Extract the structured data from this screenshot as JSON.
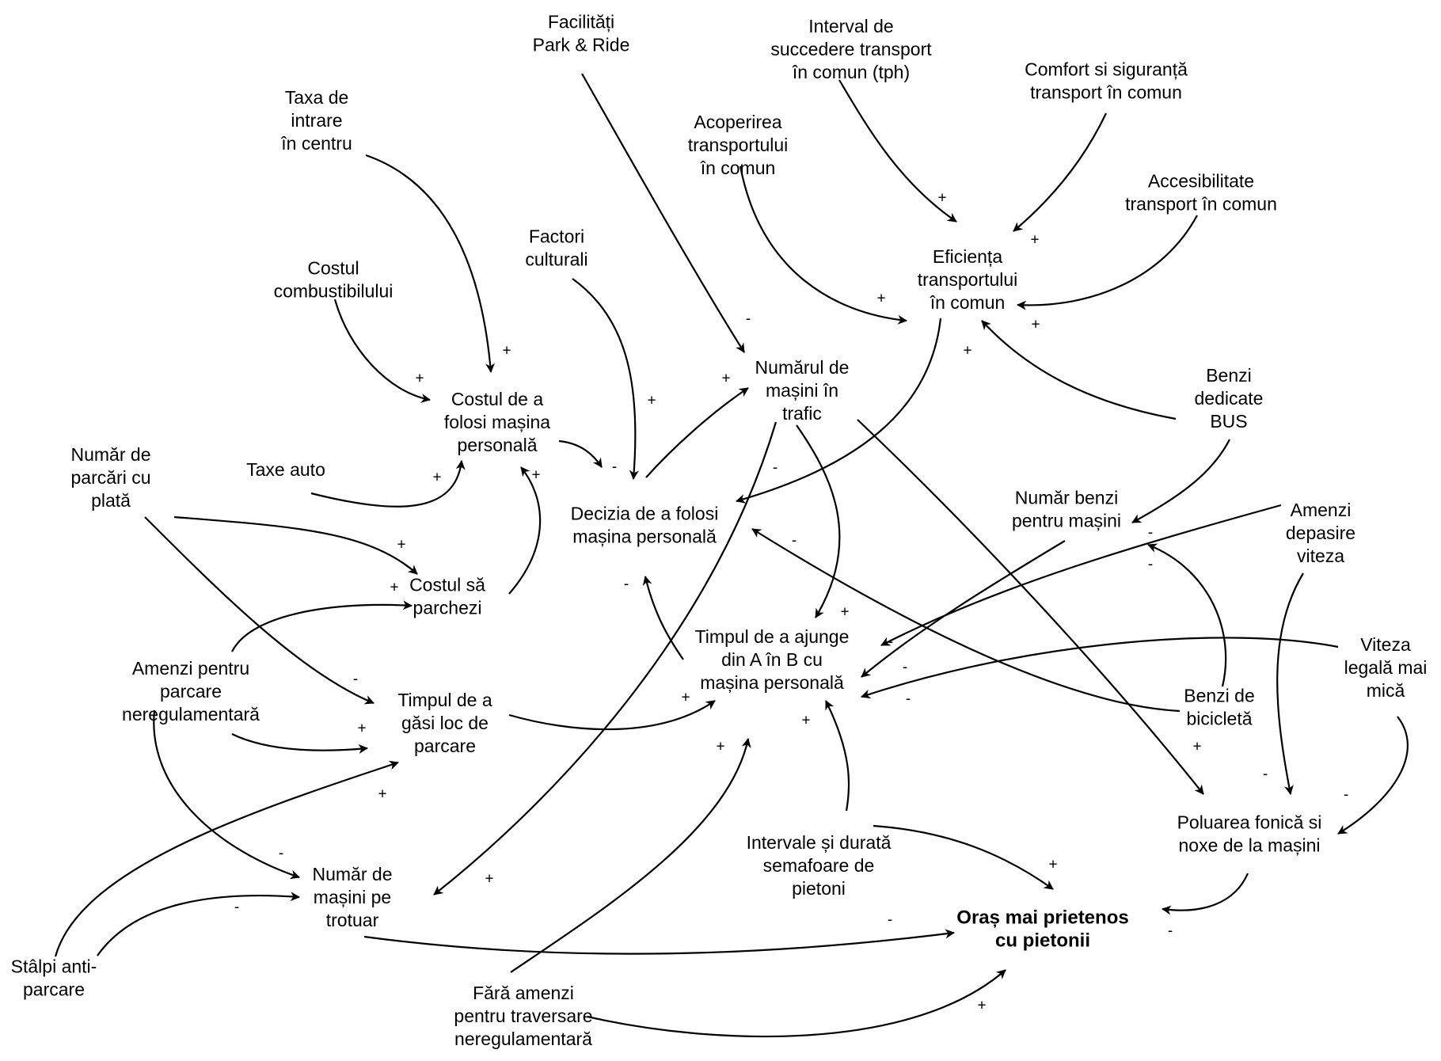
{
  "nodes": [
    {
      "id": "park_ride",
      "lines": [
        "Facilități",
        "Park & Ride"
      ]
    },
    {
      "id": "interval",
      "lines": [
        "Interval de",
        "succedere transport",
        "în comun (tph)"
      ]
    },
    {
      "id": "comfort",
      "lines": [
        "Comfort si siguranță",
        "transport în comun"
      ]
    },
    {
      "id": "taxa_intrare",
      "lines": [
        "Taxa de",
        "intrare",
        "în centru"
      ]
    },
    {
      "id": "acoperire",
      "lines": [
        "Acoperirea",
        "transportului",
        "în comun"
      ]
    },
    {
      "id": "accesibilitate",
      "lines": [
        "Accesibilitate",
        "transport în comun"
      ]
    },
    {
      "id": "factori",
      "lines": [
        "Factori",
        "culturali"
      ]
    },
    {
      "id": "eficienta",
      "lines": [
        "Eficiența",
        "transportului",
        "în comun"
      ]
    },
    {
      "id": "combustibil",
      "lines": [
        "Costul",
        "combustibilului"
      ]
    },
    {
      "id": "numar_masini",
      "lines": [
        "Numărul de",
        "mașini în",
        "trafic"
      ]
    },
    {
      "id": "benzi_bus",
      "lines": [
        "Benzi",
        "dedicate",
        "BUS"
      ]
    },
    {
      "id": "cost_masina",
      "lines": [
        "Costul de a",
        "folosi mașina",
        "personală"
      ]
    },
    {
      "id": "parcari_plata",
      "lines": [
        "Număr de",
        "parcări cu",
        "plată"
      ]
    },
    {
      "id": "taxe_auto",
      "lines": [
        "Taxe auto"
      ]
    },
    {
      "id": "decizia",
      "lines": [
        "Decizia de a folosi",
        "mașina personală"
      ]
    },
    {
      "id": "benzi_masini",
      "lines": [
        "Număr benzi",
        "pentru mașini"
      ]
    },
    {
      "id": "amenzi_viteza",
      "lines": [
        "Amenzi",
        "depasire",
        "viteza"
      ]
    },
    {
      "id": "cost_parcare",
      "lines": [
        "Costul să",
        "parchezi"
      ]
    },
    {
      "id": "timp_ab",
      "lines": [
        "Timpul de a ajunge",
        "din A în B cu",
        "mașina personală"
      ]
    },
    {
      "id": "viteza_legala",
      "lines": [
        "Viteza",
        "legală mai",
        "mică"
      ]
    },
    {
      "id": "amenzi_parcare",
      "lines": [
        "Amenzi pentru",
        "parcare",
        "neregulamentară"
      ]
    },
    {
      "id": "timp_parcare",
      "lines": [
        "Timpul de a",
        "găsi loc de",
        "parcare"
      ]
    },
    {
      "id": "benzi_bicicleta",
      "lines": [
        "Benzi de",
        "bicicletă"
      ]
    },
    {
      "id": "poluare",
      "lines": [
        "Poluarea fonică si",
        "noxe de la mașini"
      ]
    },
    {
      "id": "intervale_semafoare",
      "lines": [
        "Intervale și durată",
        "semafoare de",
        "pietoni"
      ]
    },
    {
      "id": "masini_trotuar",
      "lines": [
        "Număr de",
        "mașini pe",
        "trotuar"
      ]
    },
    {
      "id": "oras",
      "lines": [
        "Oraș mai prietenos",
        "cu pietonii"
      ],
      "bold": true
    },
    {
      "id": "stalpi",
      "lines": [
        "Stâlpi anti-",
        "parcare"
      ]
    },
    {
      "id": "fara_amenzi",
      "lines": [
        "Fără amenzi",
        "pentru traversare",
        "neregulamentară"
      ]
    }
  ],
  "links": [
    {
      "from": "taxa_intrare",
      "to": "cost_masina",
      "sign": "+"
    },
    {
      "from": "combustibil",
      "to": "cost_masina",
      "sign": "+"
    },
    {
      "from": "taxe_auto",
      "to": "cost_masina",
      "sign": "+"
    },
    {
      "from": "cost_parcare",
      "to": "cost_masina",
      "sign": "+"
    },
    {
      "from": "parcari_plata",
      "to": "cost_parcare",
      "sign": "+"
    },
    {
      "from": "amenzi_parcare",
      "to": "cost_parcare",
      "sign": "+"
    },
    {
      "from": "cost_masina",
      "to": "decizia",
      "sign": "-"
    },
    {
      "from": "factori",
      "to": "decizia",
      "sign": "+"
    },
    {
      "from": "decizia",
      "to": "numar_masini",
      "sign": "+"
    },
    {
      "from": "park_ride",
      "to": "numar_masini",
      "sign": "-"
    },
    {
      "from": "interval",
      "to": "eficienta",
      "sign": "+"
    },
    {
      "from": "comfort",
      "to": "eficienta",
      "sign": "+"
    },
    {
      "from": "acoperire",
      "to": "eficienta",
      "sign": "+"
    },
    {
      "from": "accesibilitate",
      "to": "eficienta",
      "sign": "+"
    },
    {
      "from": "benzi_bus",
      "to": "eficienta",
      "sign": "+"
    },
    {
      "from": "eficienta",
      "to": "decizia",
      "sign": "-"
    },
    {
      "from": "benzi_bus",
      "to": "benzi_masini",
      "sign": "-"
    },
    {
      "from": "benzi_bicicleta",
      "to": "benzi_masini",
      "sign": "-"
    },
    {
      "from": "benzi_masini",
      "to": "timp_ab",
      "sign": "-"
    },
    {
      "from": "amenzi_viteza",
      "to": "timp_ab",
      "sign": "-"
    },
    {
      "from": "viteza_legala",
      "to": "timp_ab",
      "sign": "-"
    },
    {
      "from": "benzi_bicicleta",
      "to": "decizia",
      "sign": "-"
    },
    {
      "from": "numar_masini",
      "to": "timp_ab",
      "sign": "+"
    },
    {
      "from": "timp_ab",
      "to": "decizia",
      "sign": "-"
    },
    {
      "from": "timp_parcare",
      "to": "timp_ab",
      "sign": "+"
    },
    {
      "from": "fara_amenzi",
      "to": "timp_ab",
      "sign": "+"
    },
    {
      "from": "intervale_semafoare",
      "to": "timp_ab",
      "sign": "+"
    },
    {
      "from": "parcari_plata",
      "to": "timp_parcare",
      "sign": "-"
    },
    {
      "from": "amenzi_parcare",
      "to": "timp_parcare",
      "sign": "+"
    },
    {
      "from": "stalpi",
      "to": "timp_parcare",
      "sign": "+"
    },
    {
      "from": "numar_masini",
      "to": "masini_trotuar",
      "sign": "+"
    },
    {
      "from": "amenzi_parcare",
      "to": "masini_trotuar",
      "sign": "-"
    },
    {
      "from": "stalpi",
      "to": "masini_trotuar",
      "sign": "-"
    },
    {
      "from": "numar_masini",
      "to": "poluare",
      "sign": "+"
    },
    {
      "from": "amenzi_viteza",
      "to": "poluare",
      "sign": "-"
    },
    {
      "from": "viteza_legala",
      "to": "poluare",
      "sign": "-"
    },
    {
      "from": "masini_trotuar",
      "to": "oras",
      "sign": "-"
    },
    {
      "from": "intervale_semafoare",
      "to": "oras",
      "sign": "+"
    },
    {
      "from": "fara_amenzi",
      "to": "oras",
      "sign": "+"
    },
    {
      "from": "poluare",
      "to": "oras",
      "sign": "-"
    }
  ]
}
